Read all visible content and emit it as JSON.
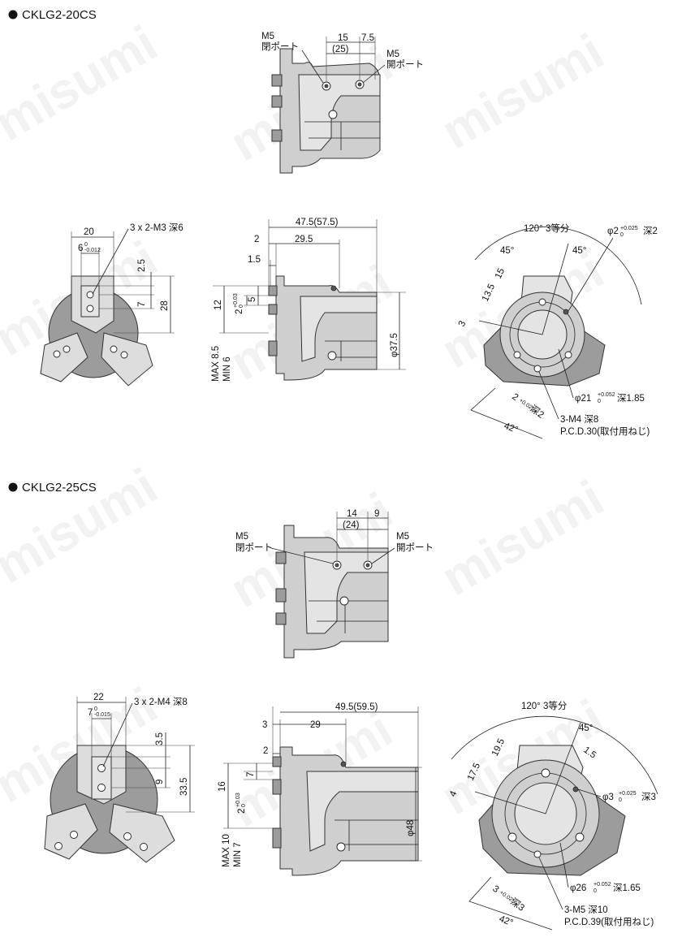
{
  "sections": [
    {
      "title": "CKLG2-20CS",
      "top_view": {
        "dims": [
          "15",
          "7.5",
          "(25)"
        ],
        "port_close": {
          "size": "M5",
          "label": "閉ポート"
        },
        "port_open": {
          "size": "M5",
          "label": "開ポート"
        }
      },
      "front_view": {
        "dims": [
          "20",
          "6",
          "3 x 2-M3 深6",
          "2.5",
          "7",
          "28"
        ],
        "tol": {
          "top": "0",
          "bottom": "-0.012"
        }
      },
      "side_view": {
        "dims": [
          "47.5(57.5)",
          "2",
          "29.5",
          "1.5",
          "12",
          "5",
          "MAX 8.5",
          "MIN 6",
          "φ37.5"
        ],
        "small_dim": {
          "value": "2",
          "tol_top": "+0.03",
          "tol_bottom": "0"
        }
      },
      "rear_view": {
        "angle_label": "120° 3等分",
        "angles": [
          "45°",
          "45°",
          "42°"
        ],
        "dims": [
          "15",
          "13.5",
          "3"
        ],
        "pin_hole_top": {
          "value": "φ2",
          "tol_top": "+0.025",
          "tol_bottom": "0",
          "depth": "深2"
        },
        "pin_hole_bottom": {
          "value": "2",
          "tol_top": "+0.025",
          "tol_bottom": "0",
          "depth": "深2"
        },
        "bore": {
          "value": "φ21",
          "tol_top": "+0.052",
          "tol_bottom": "0",
          "depth": "深1.85"
        },
        "mount_thread": "3-M4 深8",
        "pcd": "P.C.D.30(取付用ねじ)"
      }
    },
    {
      "title": "CKLG2-25CS",
      "top_view": {
        "dims": [
          "14",
          "9",
          "(24)"
        ],
        "port_close": {
          "size": "M5",
          "label": "閉ポート"
        },
        "port_open": {
          "size": "M5",
          "label": "開ポート"
        }
      },
      "front_view": {
        "dims": [
          "22",
          "7",
          "3 x 2-M4 深8",
          "3.5",
          "9",
          "33.5"
        ],
        "tol": {
          "top": "0",
          "bottom": "-0.015"
        }
      },
      "side_view": {
        "dims": [
          "49.5(59.5)",
          "3",
          "29",
          "2",
          "7",
          "16",
          "MAX 10",
          "MIN 7",
          "φ48"
        ],
        "small_dim": {
          "value": "2",
          "tol_top": "+0.03",
          "tol_bottom": "0"
        }
      },
      "rear_view": {
        "angle_label": "120° 3等分",
        "angles": [
          "45°",
          "42°"
        ],
        "dims": [
          "19.5",
          "17.5",
          "4",
          "1.5"
        ],
        "pin_hole_top": {
          "value": "φ3",
          "tol_top": "+0.025",
          "tol_bottom": "0",
          "depth": "深3"
        },
        "pin_hole_bottom": {
          "value": "3",
          "tol_top": "+0.025",
          "tol_bottom": "0",
          "depth": "深3"
        },
        "bore": {
          "value": "φ26",
          "tol_top": "+0.052",
          "tol_bottom": "0",
          "depth": "深1.65"
        },
        "mount_thread": "3-M5 深10",
        "pcd": "P.C.D.39(取付用ねじ)"
      }
    }
  ],
  "watermark": "misumi",
  "colors": {
    "body": "#cfcfcf",
    "body_dark": "#9c9c9c",
    "ink": "#111111",
    "watermark": "#9a9a9a"
  }
}
